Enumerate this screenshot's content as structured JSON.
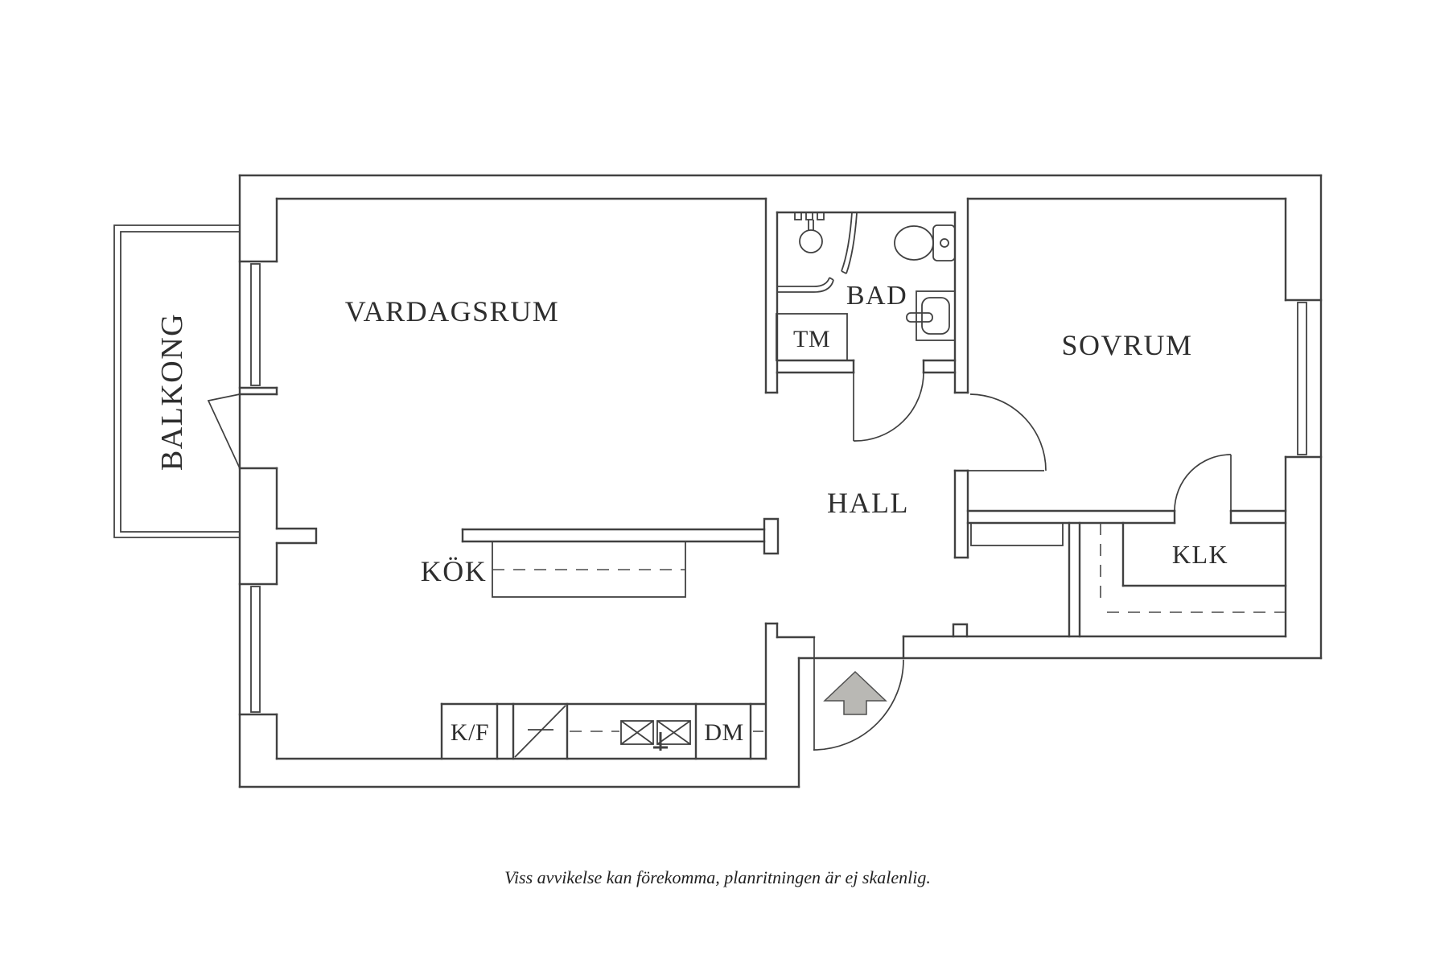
{
  "floorplan": {
    "rooms": {
      "balkong": {
        "label": "BALKONG"
      },
      "vardagsrum": {
        "label": "VARDAGSRUM"
      },
      "bad": {
        "label": "BAD"
      },
      "sovrum": {
        "label": "SOVRUM"
      },
      "hall": {
        "label": "HALL"
      },
      "klk": {
        "label": "KLK"
      },
      "kok": {
        "label": "KÖK"
      }
    },
    "appliances": {
      "tm": {
        "label": "TM"
      },
      "kf": {
        "label": "K/F"
      },
      "dm": {
        "label": "DM"
      }
    },
    "icons": {
      "entry_arrow": "entry-direction-arrow",
      "shower": "shower-icon",
      "toilet": "toilet-icon",
      "washbasin": "washbasin-icon",
      "kitchen_sink": "double-sink-icon",
      "stove": "stove-icon"
    },
    "colors": {
      "line": "#414141",
      "arrow_fill": "#b9b8b4",
      "background": "#ffffff"
    },
    "footer": {
      "disclaimer": "Viss avvikelse kan förekomma, planritningen är ej skalenlig."
    }
  }
}
